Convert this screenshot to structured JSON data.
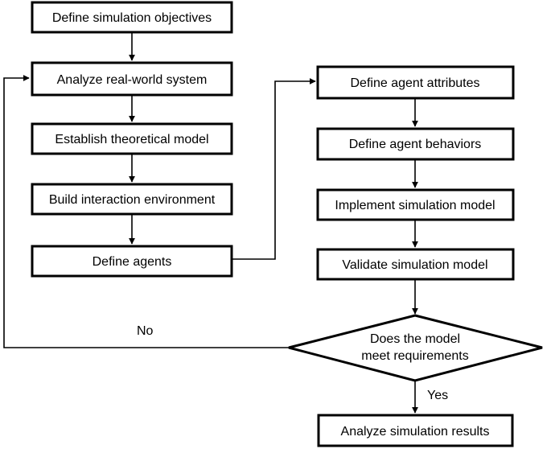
{
  "nodes": {
    "define_objectives": "Define simulation objectives",
    "analyze_system": "Analyze real-world system",
    "establish_model": "Establish theoretical model",
    "build_environment": "Build interaction environment",
    "define_agents": "Define agents",
    "define_attributes": "Define agent attributes",
    "define_behaviors": "Define agent behaviors",
    "implement_model": "Implement simulation model",
    "validate_model": "Validate simulation model",
    "decision_line1": "Does the model",
    "decision_line2": "meet requirements",
    "analyze_results": "Analyze simulation results"
  },
  "edges": {
    "no_label": "No",
    "yes_label": "Yes"
  }
}
